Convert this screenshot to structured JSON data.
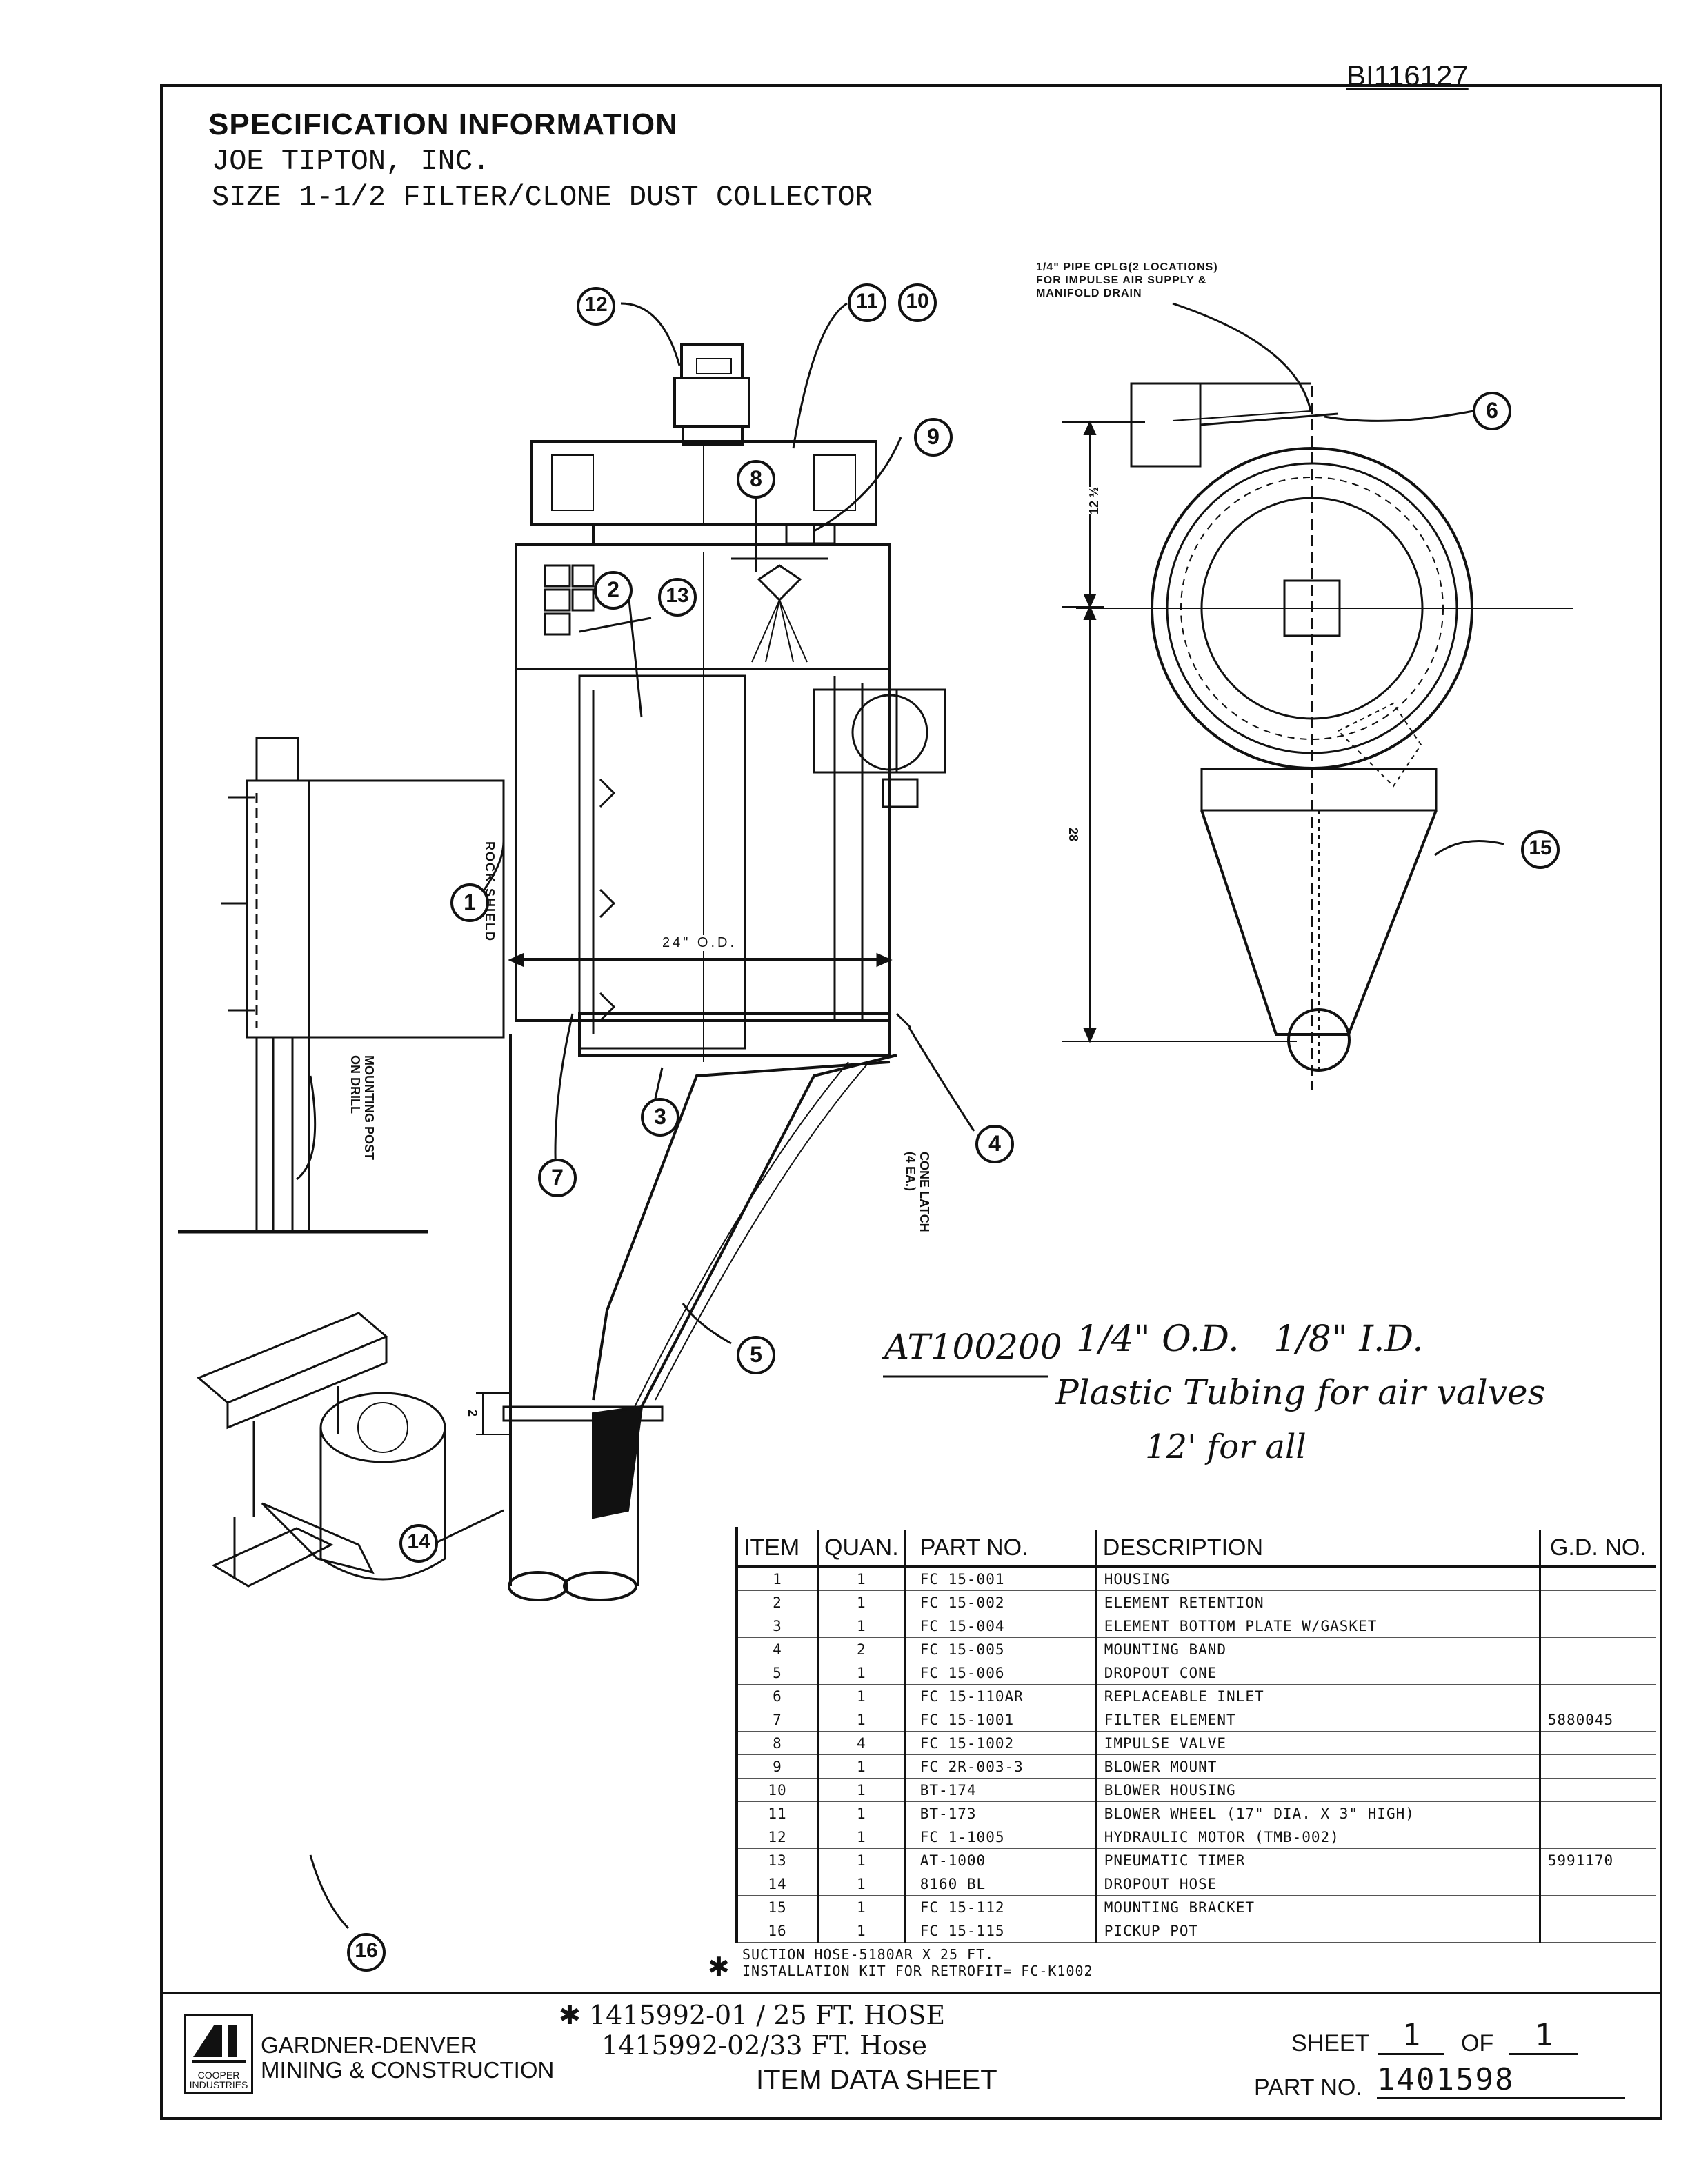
{
  "doc_id": "BI116127",
  "spec": {
    "heading": "SPECIFICATION INFORMATION",
    "customer": "JOE TIPTON, INC.",
    "product": "SIZE 1-1/2 FILTER/CLONE DUST COLLECTOR"
  },
  "drawing": {
    "balloons": [
      "1",
      "2",
      "3",
      "4",
      "5",
      "6",
      "7",
      "8",
      "9",
      "10",
      "11",
      "12",
      "13",
      "14",
      "15",
      "16"
    ],
    "pipe_note": [
      "1/4\" PIPE CPLG(2 LOCATIONS)",
      "FOR IMPULSE AIR SUPPLY &",
      "MANIFOLD DRAIN"
    ],
    "rock_shield": "ROCK SHIELD",
    "mounting_post": [
      "MOUNTING POST",
      "ON DRILL"
    ],
    "cone_latch": [
      "CONE LATCH",
      "(4 EA.)"
    ],
    "od_label": "24\" O.D.",
    "dim_12": "12 ½",
    "dim_28": "28",
    "dim_2": "2",
    "handwritten": {
      "part": "AT100200",
      "line1": "1/4\" O.D.   1/8\" I.D.",
      "line2": "Plastic Tubing for air valves",
      "line3": "12' for all"
    }
  },
  "table": {
    "headers": [
      "ITEM",
      "QUAN.",
      "PART NO.",
      "DESCRIPTION",
      "G.D. NO."
    ],
    "rows": [
      [
        "1",
        "1",
        "FC 15-001",
        "HOUSING",
        ""
      ],
      [
        "2",
        "1",
        "FC 15-002",
        "ELEMENT RETENTION",
        ""
      ],
      [
        "3",
        "1",
        "FC 15-004",
        "ELEMENT BOTTOM PLATE W/GASKET",
        ""
      ],
      [
        "4",
        "2",
        "FC 15-005",
        "MOUNTING BAND",
        ""
      ],
      [
        "5",
        "1",
        "FC 15-006",
        "DROPOUT CONE",
        ""
      ],
      [
        "6",
        "1",
        "FC 15-110AR",
        "REPLACEABLE INLET",
        ""
      ],
      [
        "7",
        "1",
        "FC 15-1001",
        "FILTER ELEMENT",
        "5880045"
      ],
      [
        "8",
        "4",
        "FC 15-1002",
        "IMPULSE VALVE",
        ""
      ],
      [
        "9",
        "1",
        "FC 2R-003-3",
        "BLOWER MOUNT",
        ""
      ],
      [
        "10",
        "1",
        "BT-174",
        "BLOWER HOUSING",
        ""
      ],
      [
        "11",
        "1",
        "BT-173",
        "BLOWER WHEEL (17\" DIA. X 3\" HIGH)",
        ""
      ],
      [
        "12",
        "1",
        "FC 1-1005",
        "HYDRAULIC MOTOR (TMB-002)",
        ""
      ],
      [
        "13",
        "1",
        "AT-1000",
        "PNEUMATIC TIMER",
        "5991170"
      ],
      [
        "14",
        "1",
        "8160 BL",
        "DROPOUT HOSE",
        ""
      ],
      [
        "15",
        "1",
        "FC 15-112",
        "MOUNTING BRACKET",
        ""
      ],
      [
        "16",
        "1",
        "FC 15-115",
        "PICKUP POT",
        ""
      ]
    ],
    "note1": "SUCTION HOSE-5180AR X 25 FT.",
    "note2": "INSTALLATION KIT FOR RETROFIT= FC-K1002",
    "note2_mark": "✱"
  },
  "footer": {
    "logo_text": "COOPER INDUSTRIES",
    "company_line1": "GARDNER-DENVER",
    "company_line2": "MINING & CONSTRUCTION",
    "hose1": "✱ 1415992-01 / 25 FT. HOSE",
    "hose2": "1415992-02/33 FT. Hose",
    "title": "ITEM DATA SHEET",
    "sheet_label": "SHEET",
    "sheet_no": "1",
    "of_label": "OF",
    "sheet_total": "1",
    "partno_label": "PART NO.",
    "partno": "1401598"
  }
}
